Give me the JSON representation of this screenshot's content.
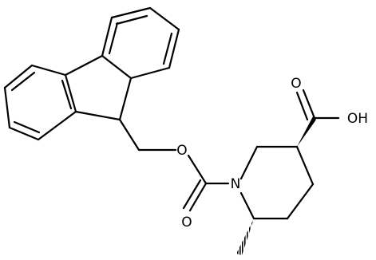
{
  "colors": {
    "bond": "#000000",
    "label": "#000000",
    "background": "#ffffff"
  },
  "atoms": {
    "carboxyl_oxygen": "O",
    "hydroxyl": "OH",
    "ester_oxygen": "O",
    "carbonyl_oxygen": "O",
    "ring_nitrogen": "N"
  }
}
